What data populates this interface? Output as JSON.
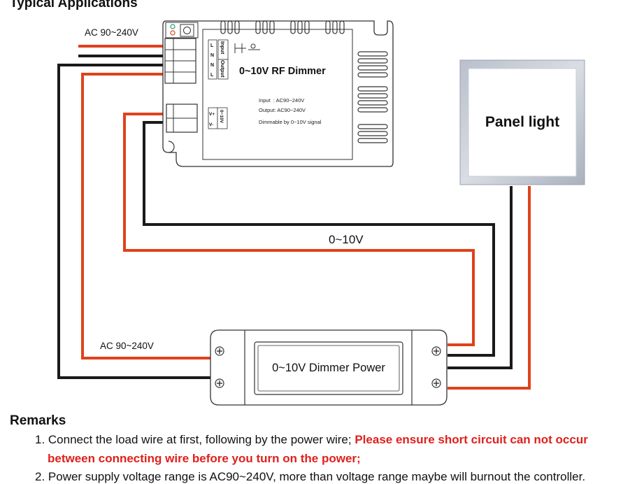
{
  "section_title": "Typical Applications",
  "dimmer": {
    "title": "0~10V RF Dimmer",
    "spec_input": "Input  : AC90~240V",
    "spec_output": "Output: AC90~240V",
    "spec_dimmable": "Dimmable by 0~10V signal",
    "terminal_input_label": "Input",
    "terminal_output_label": "Output",
    "terminal_pins": [
      "L",
      "N",
      "N",
      "L"
    ],
    "signal_pins": [
      "V+",
      "V-"
    ],
    "signal_label": "0~10V"
  },
  "panel_light": {
    "label": "Panel light"
  },
  "power_supply": {
    "label": "0~10V Dimmer Power"
  },
  "wire_labels": {
    "ac_top": "AC 90~240V",
    "ac_bottom": "AC 90~240V",
    "signal": "0~10V"
  },
  "colors": {
    "red_wire": "#e0421b",
    "black_wire": "#1a1a1a",
    "warning_text": "#e0201b"
  },
  "remarks": {
    "title": "Remarks",
    "item1_text": "1. Connect the load wire at first, following by the power wire; ",
    "item1_warning_a": "Please ensure short circuit can not occur",
    "item1_warning_b": "between connecting wire before you turn on the power;",
    "item2_text": "2. Power supply voltage range is AC90~240V, more than voltage range maybe will burnout the controller."
  }
}
